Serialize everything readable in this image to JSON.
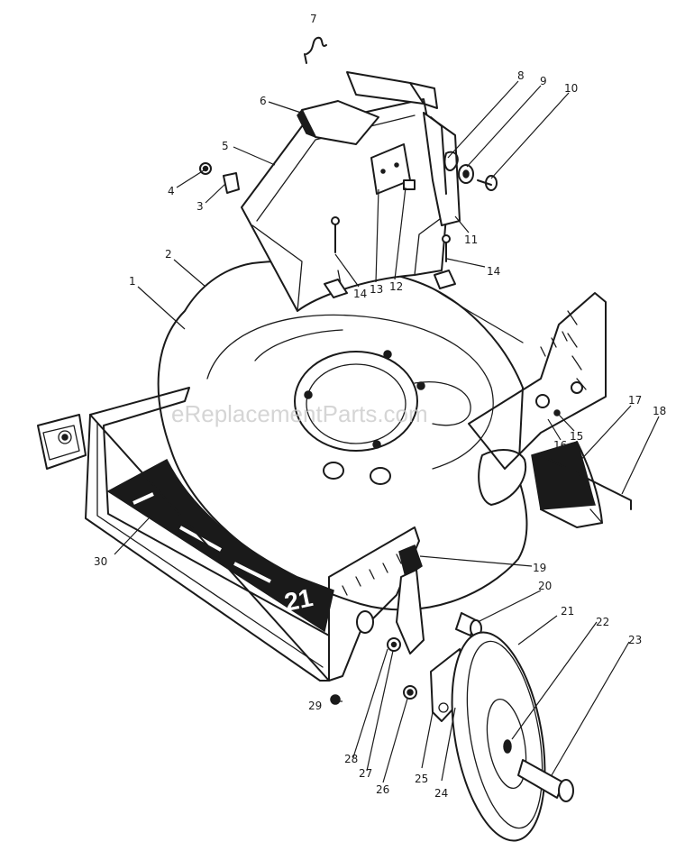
{
  "watermark": "eReplacementParts.com",
  "deck_label": "21",
  "callouts": [
    {
      "id": "c1",
      "text": "1"
    },
    {
      "id": "c2",
      "text": "2"
    },
    {
      "id": "c3",
      "text": "3"
    },
    {
      "id": "c4",
      "text": "4"
    },
    {
      "id": "c5",
      "text": "5"
    },
    {
      "id": "c6",
      "text": "6"
    },
    {
      "id": "c7",
      "text": "7"
    },
    {
      "id": "c8",
      "text": "8"
    },
    {
      "id": "c9",
      "text": "9"
    },
    {
      "id": "c10",
      "text": "10"
    },
    {
      "id": "c11",
      "text": "11"
    },
    {
      "id": "c12",
      "text": "12"
    },
    {
      "id": "c13",
      "text": "13"
    },
    {
      "id": "c14a",
      "text": "14"
    },
    {
      "id": "c14b",
      "text": "14"
    },
    {
      "id": "c15",
      "text": "15"
    },
    {
      "id": "c16",
      "text": "16"
    },
    {
      "id": "c17",
      "text": "17"
    },
    {
      "id": "c18",
      "text": "18"
    },
    {
      "id": "c19",
      "text": "19"
    },
    {
      "id": "c20",
      "text": "20"
    },
    {
      "id": "c21",
      "text": "21"
    },
    {
      "id": "c22",
      "text": "22"
    },
    {
      "id": "c23",
      "text": "23"
    },
    {
      "id": "c24",
      "text": "24"
    },
    {
      "id": "c25",
      "text": "25"
    },
    {
      "id": "c26",
      "text": "26"
    },
    {
      "id": "c27",
      "text": "27"
    },
    {
      "id": "c28",
      "text": "28"
    },
    {
      "id": "c29",
      "text": "29"
    },
    {
      "id": "c30",
      "text": "30"
    }
  ]
}
